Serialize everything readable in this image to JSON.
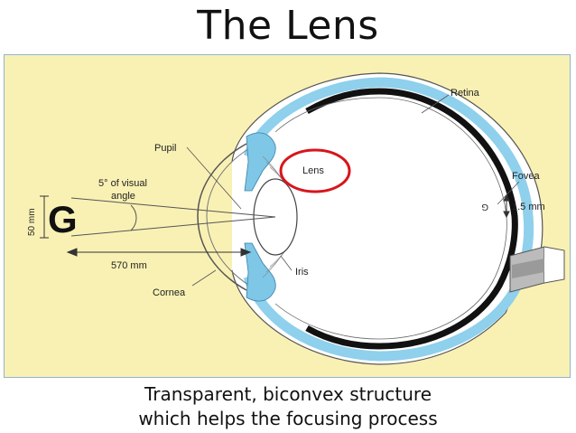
{
  "title": "The Lens",
  "diagram": {
    "labels": {
      "retina": "Retina",
      "pupil": "Pupil",
      "lens": "Lens",
      "fovea": "Fovea",
      "visual_angle_line1": "5° of visual",
      "visual_angle_line2": "angle",
      "letter": "G",
      "image_letter": "G",
      "height": "50 mm",
      "fovea_size": "1.5 mm",
      "distance": "570 mm",
      "iris": "Iris",
      "cornea": "Cornea"
    },
    "colors": {
      "background": "#f9f1b4",
      "sclera_blue": "#8fd0ec",
      "choroid_black": "#111111",
      "highlight_circle": "#d8151c"
    }
  },
  "caption": {
    "line1": "Transparent, biconvex structure",
    "line2": "which helps the focusing process"
  }
}
